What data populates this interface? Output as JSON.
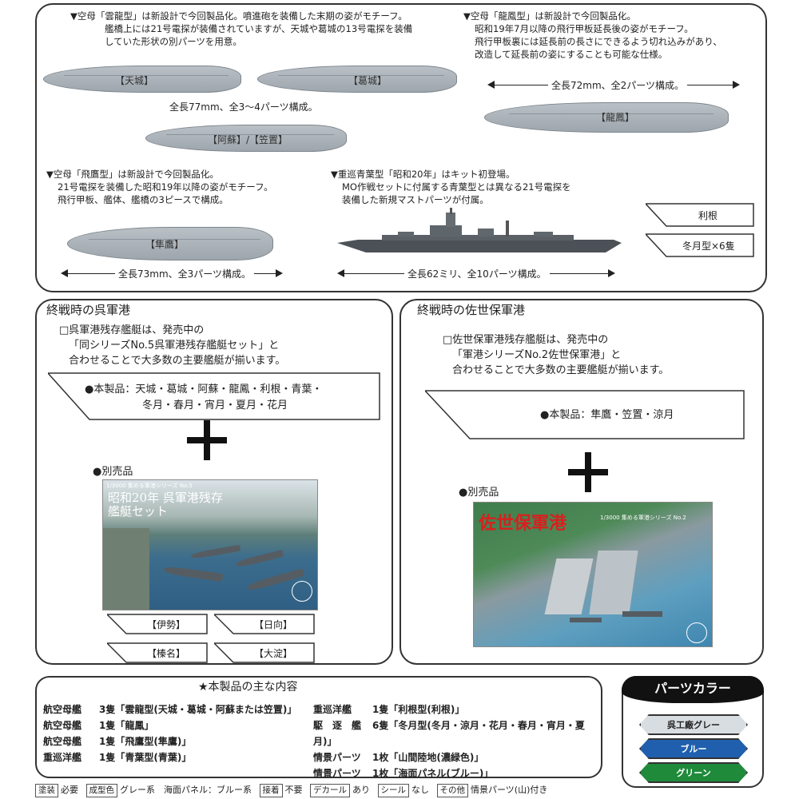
{
  "top": {
    "unryu_note": [
      "▼空母「雲龍型」は新設計で今回製品化。噴進砲を装備した末期の姿がモチーフ。",
      "艦橋上には21号電探が装備されていますが、天城や葛城の13号電探を装備",
      "していた形状の別パーツを用意。"
    ],
    "ryuho_note": [
      "▼空母「龍鳳型」は新設計で今回製品化。",
      "昭和19年7月以降の飛行甲板延長後の姿がモチーフ。",
      "飛行甲板裏には延長前の長さにできるよう切れ込みがあり、",
      "改造して延長前の姿にすることも可能な仕様。"
    ],
    "amagi_label": "【天城】",
    "katsuragi_label": "【葛城】",
    "aso_label": "【阿蘇】/【笠置】",
    "ryuho_label": "【龍鳳】",
    "unryu_length": "全長77mm、全3～4パーツ構成。",
    "ryuho_length": "全長72mm、全2パーツ構成。",
    "hiyo_note": [
      "▼空母「飛鷹型」は新設計で今回製品化。",
      "21号電探を装備した昭和19年以降の姿がモチーフ。",
      "飛行甲板、艦体、艦橋の3ピースで構成。"
    ],
    "aoba_note": [
      "▼重巡青葉型「昭和20年」はキット初登場。",
      "MO作戦セットに付属する青葉型とは異なる21号電探を",
      "装備した新規マストパーツが付属。"
    ],
    "junyo_label": "【隼鷹】",
    "hiyo_length": "全長73mm、全3パーツ構成。",
    "aoba_length": "全長62ミリ、全10パーツ構成。",
    "tone_label": "利根",
    "fuyuzuki_label": "冬月型×6隻"
  },
  "kure": {
    "title": "終戦時の呉軍港",
    "desc": [
      "□呉軍港残存艦艇は、発売中の",
      "「同シリーズNo.5呉軍港残存艦艇セット」と",
      "合わせることで大多数の主要艦艇が揃います。"
    ],
    "product": [
      "●本製品：天城・葛城・阿蘇・龍鳳・利根・青葉・",
      "冬月・春月・宵月・夏月・花月"
    ],
    "separate_label": "●別売品",
    "box_series": "1/3000 集める軍港シリーズ No.5",
    "box_title": "昭和20年 呉軍港残存艦艇セット",
    "ships": [
      "【伊勢】",
      "【日向】",
      "【榛名】",
      "【大淀】"
    ]
  },
  "sasebo": {
    "title": "終戦時の佐世保軍港",
    "desc": [
      "□佐世保軍港残存艦艇は、発売中の",
      "「軍港シリーズNo.2佐世保軍港」と",
      "合わせることで大多数の主要艦艇が揃います。"
    ],
    "product": "●本製品：隼鷹・笠置・涼月",
    "separate_label": "●別売品",
    "box_title": "佐世保軍港",
    "box_series": "1/3000 集める軍港シリーズ No.2"
  },
  "contents": {
    "title": "★本製品の主な内容",
    "left": [
      {
        "type": "航空母艦",
        "desc": "3隻「雲龍型(天城・葛城・阿蘇または笠置)」"
      },
      {
        "type": "航空母艦",
        "desc": "1隻「龍鳳」"
      },
      {
        "type": "航空母艦",
        "desc": "1隻「飛鷹型(隼鷹)」"
      },
      {
        "type": "重巡洋艦",
        "desc": "1隻「青葉型(青葉)」"
      }
    ],
    "right": [
      {
        "type": "重巡洋艦",
        "desc": "1隻「利根型(利根)」"
      },
      {
        "type": "駆　逐　艦",
        "desc": "6隻「冬月型(冬月・涼月・花月・春月・宵月・夏月)」"
      },
      {
        "type": "情景パーツ",
        "desc": "1枚「山間陸地(濃緑色)」"
      },
      {
        "type": "情景パーツ",
        "desc": "1枚「海面パネル(ブルー)」"
      }
    ]
  },
  "parts_color": {
    "title": "パーツカラー",
    "colors": [
      {
        "label": "呉工廠グレー",
        "color": "#d8dde2",
        "text": "#222"
      },
      {
        "label": "ブルー",
        "color": "#1f5fae",
        "text": "#fff"
      },
      {
        "label": "グリーン",
        "color": "#1e8a3a",
        "text": "#fff"
      }
    ]
  },
  "legend": {
    "painting_tag": "塗装",
    "painting": "必要",
    "molded_tag": "成型色",
    "molded": "グレー系　海面パネル：ブルー系",
    "glue_tag": "接着",
    "glue": "不要",
    "decal_tag": "デカール",
    "decal": "あり",
    "seal_tag": "シール",
    "seal": "なし",
    "other_tag": "その他",
    "other": "情景パーツ(山)付き"
  }
}
